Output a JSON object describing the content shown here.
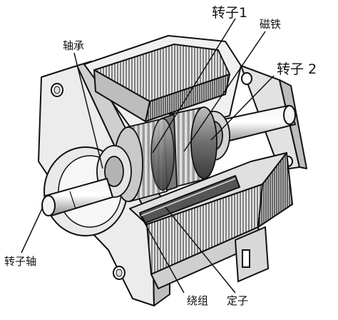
{
  "labels": {
    "rotor1": "转子1",
    "magnet": "磁铁",
    "bearing": "轴承",
    "rotor2": "转子 2",
    "shaft": "转子轴",
    "winding": "绕组",
    "stator": "定子"
  },
  "colors": {
    "ink": "#111111",
    "paper": "#ffffff",
    "shade_light": "#d9d9d9",
    "shade_mid": "#a6a6a6",
    "shade_dark": "#4a4a4a"
  }
}
